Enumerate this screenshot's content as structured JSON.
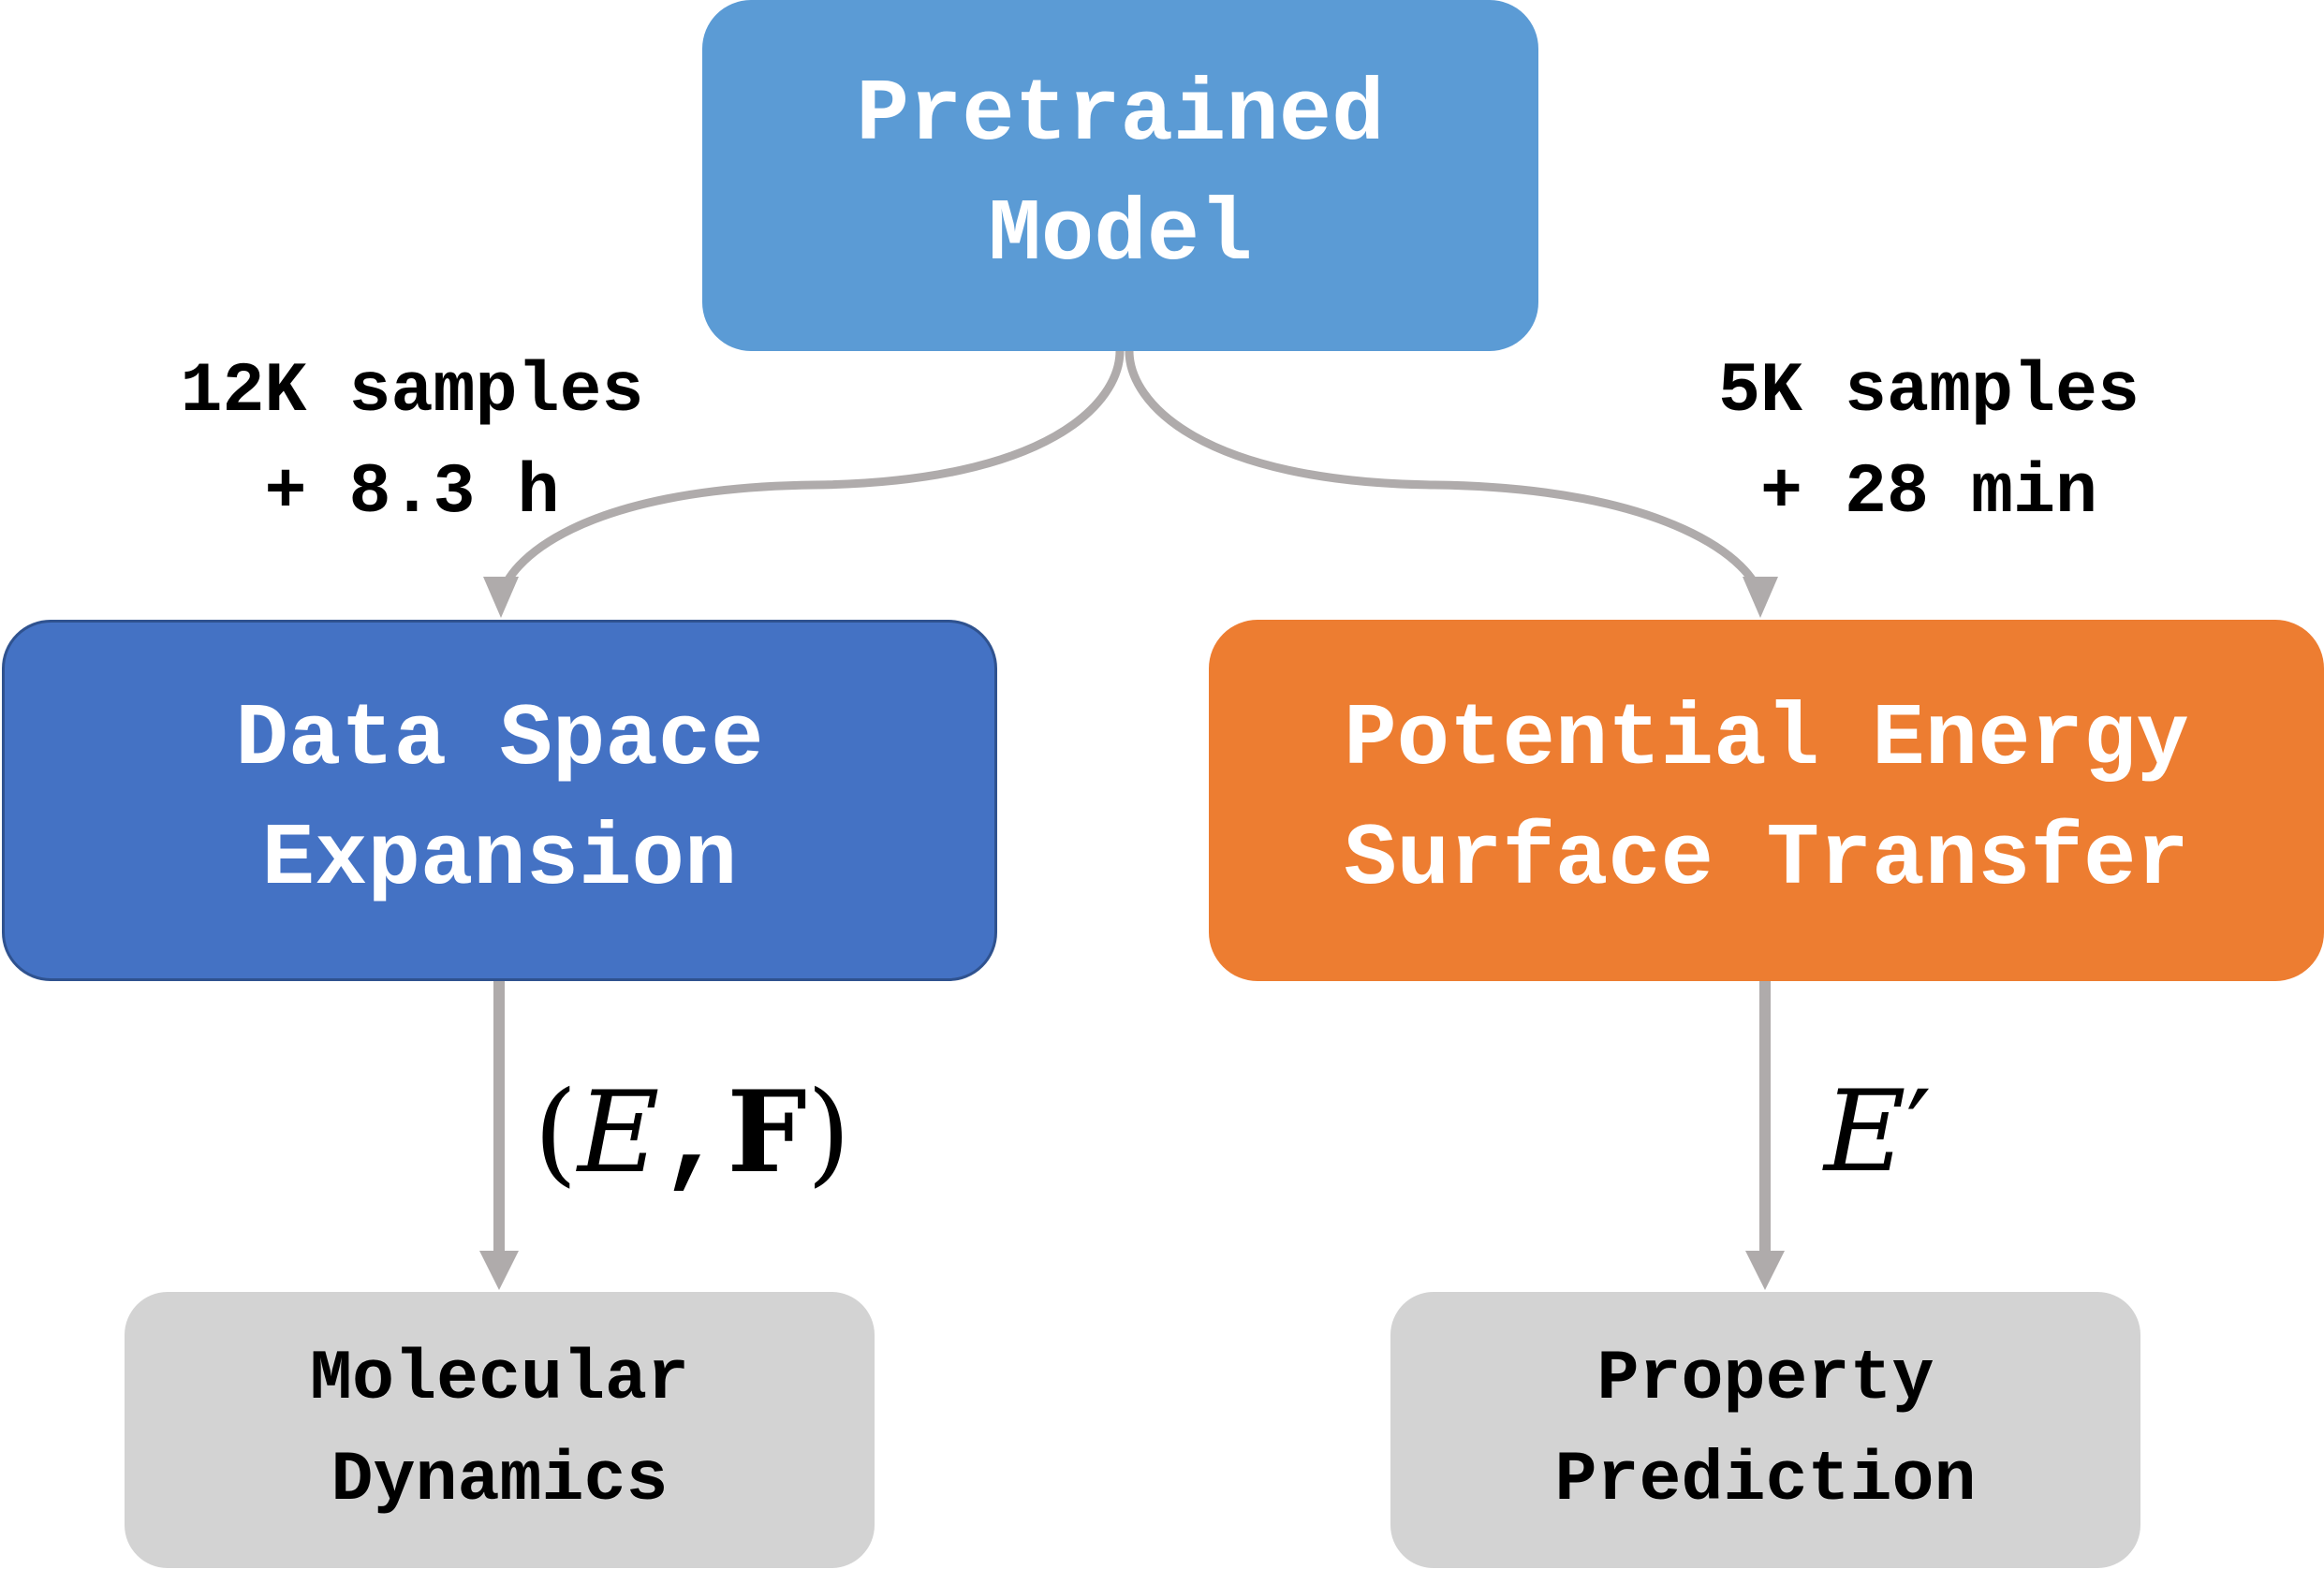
{
  "nodes": {
    "pretrained": [
      "Pretrained",
      "Model"
    ],
    "data_space": [
      "Data Space",
      "Expansion"
    ],
    "pes_transfer": [
      "Potential Energy",
      "Surface Transfer"
    ],
    "md": [
      "Molecular",
      "Dynamics"
    ],
    "property": [
      "Property",
      "Prediction"
    ]
  },
  "edges": {
    "left_cost": [
      "12K samples",
      "+ 8.3 h"
    ],
    "right_cost": [
      "5K samples",
      "+ 28 min"
    ],
    "left_output": {
      "open": "(",
      "energy": "E",
      "sep": ",",
      "force": "F",
      "close": ")"
    },
    "right_output": {
      "energy": "E",
      "prime": "′"
    }
  },
  "colors": {
    "pretrained": "#5b9bd5",
    "data_space": "#4472c4",
    "pes_transfer": "#ed7d31",
    "output": "#d3d3d3",
    "arrow": "#afabab"
  }
}
